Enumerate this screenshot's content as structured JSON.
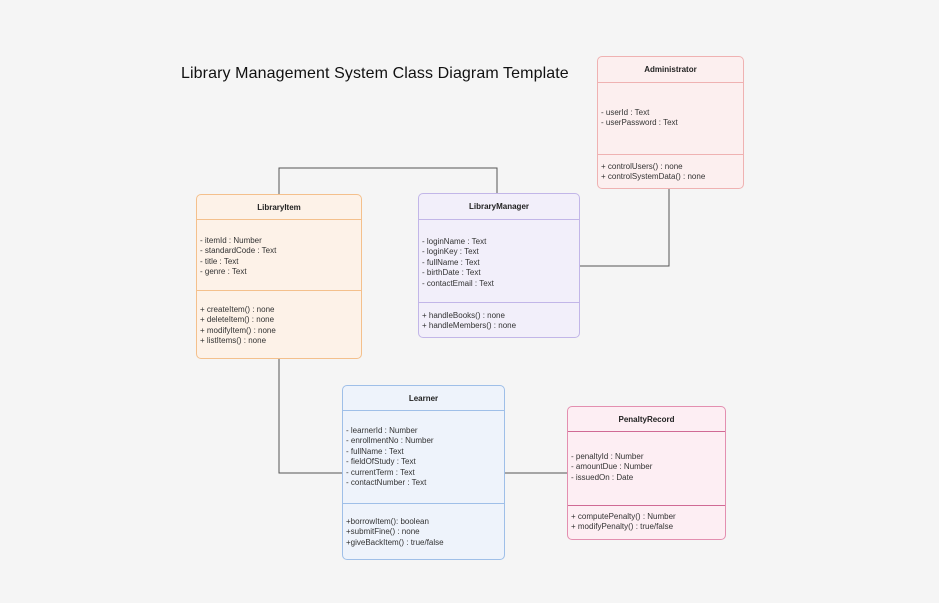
{
  "diagram": {
    "title": "Library Management System Class Diagram Template",
    "classes": [
      {
        "name": "LibraryItem",
        "attributes": [
          "- itemId : Number",
          "- standardCode : Text",
          "- title : Text",
          "- genre : Text"
        ],
        "methods": [
          "+ createItem() : none",
          "+ deleteItem() : none",
          "+ modifyItem() : none",
          "+ listItems() : none"
        ],
        "color": "#f4c08c"
      },
      {
        "name": "LibraryManager",
        "attributes": [
          "- loginName : Text",
          "- loginKey : Text",
          "- fullName : Text",
          "- birthDate : Text",
          "- contactEmail : Text"
        ],
        "methods": [
          "+ handleBooks() : none",
          "+ handleMembers() : none"
        ],
        "color": "#c2b6e8"
      },
      {
        "name": "Administrator",
        "attributes": [
          "- userId : Text",
          "- userPassword : Text"
        ],
        "methods": [
          "+ controlUsers() : none",
          "+ controlSystemData() : none"
        ],
        "color": "#efb2b2"
      },
      {
        "name": "Learner",
        "attributes": [
          "- learnerId : Number",
          "- enrollmentNo : Number",
          "- fullName : Text",
          "- fieldOfStudy : Text",
          "- currentTerm : Text",
          "- contactNumber : Text"
        ],
        "methods": [
          "+borrowItem(): boolean",
          "+submitFine() : none",
          "+giveBackItem() : true/false"
        ],
        "color": "#9fbfe8"
      },
      {
        "name": "PenaltyRecord",
        "attributes": [
          "- penaltyId : Number",
          "- amountDue : Number",
          "- issuedOn : Date"
        ],
        "methods": [
          "+ computePenalty() : Number",
          "+ modifyPenalty() : true/false"
        ],
        "color": "#d06a94"
      }
    ],
    "connectors": [
      {
        "from": "LibraryItem",
        "to": "LibraryManager"
      },
      {
        "from": "LibraryManager",
        "to": "Administrator"
      },
      {
        "from": "LibraryItem",
        "to": "Learner"
      },
      {
        "from": "Learner",
        "to": "PenaltyRecord"
      }
    ]
  }
}
